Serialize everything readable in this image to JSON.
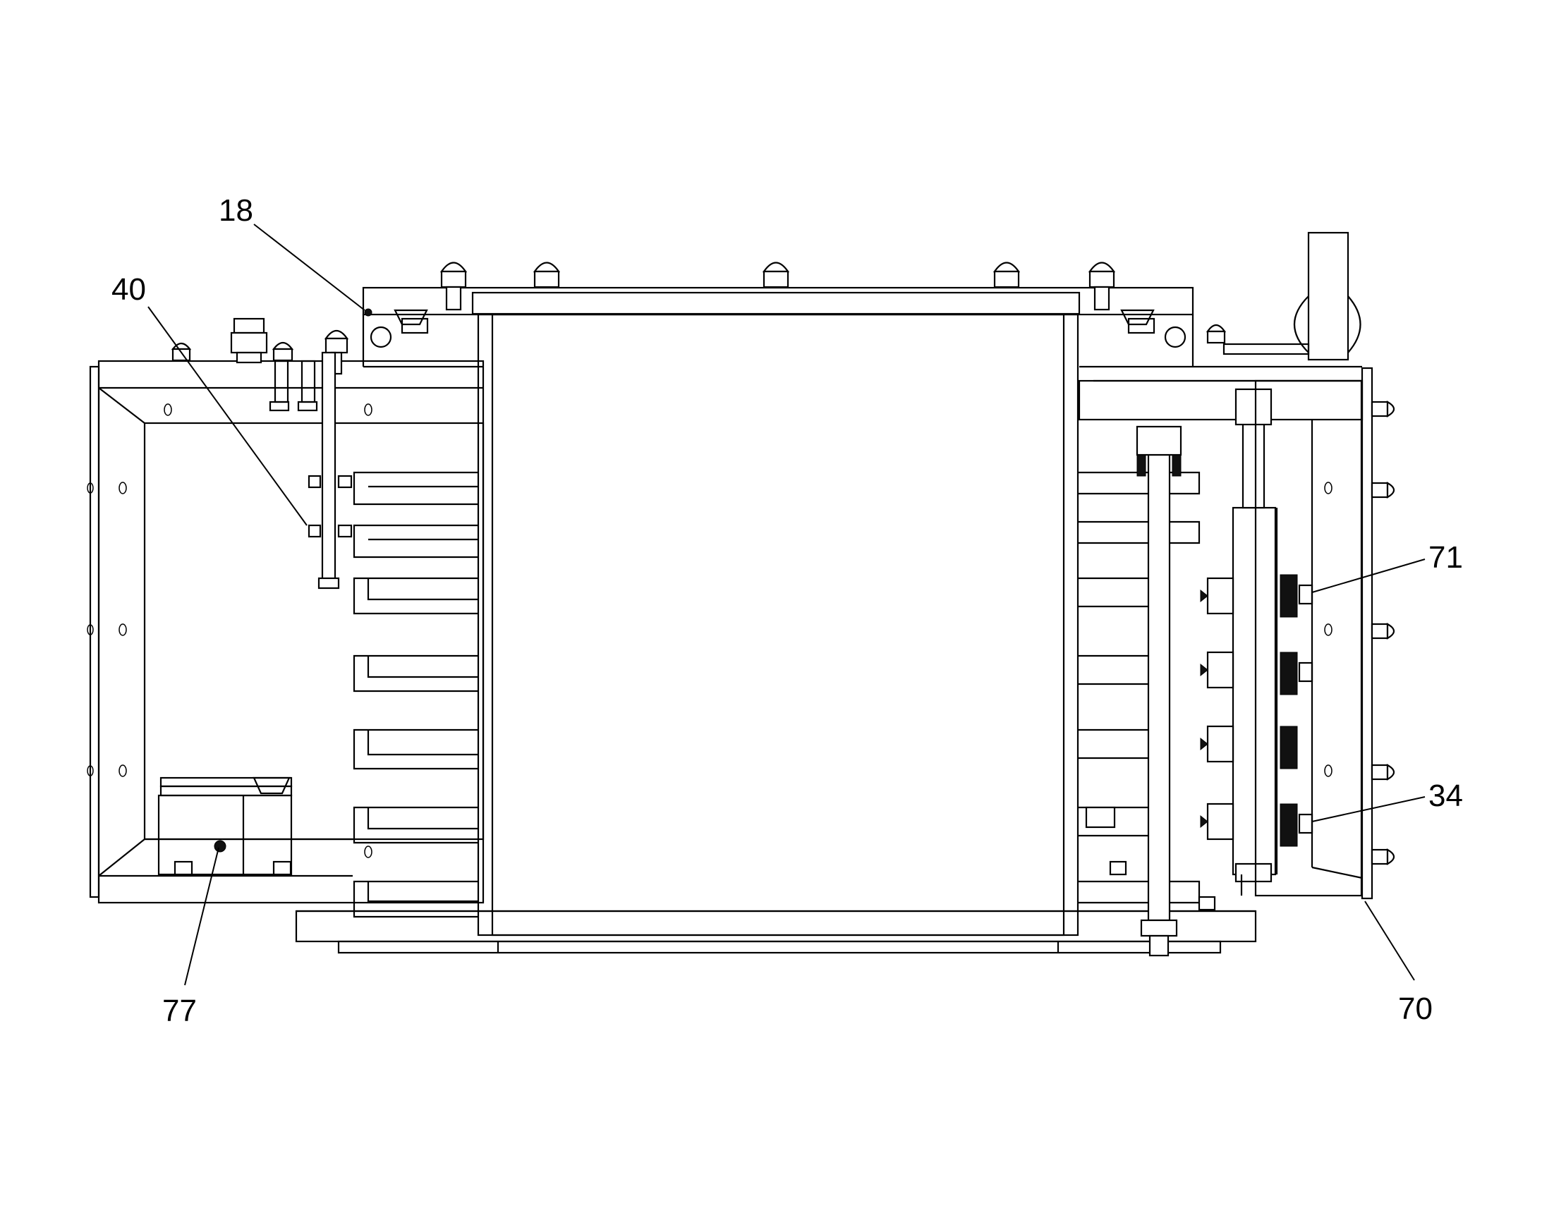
{
  "labels": {
    "l18": "18",
    "l40": "40",
    "l71": "71",
    "l34": "34",
    "l70": "70",
    "l77": "77"
  }
}
